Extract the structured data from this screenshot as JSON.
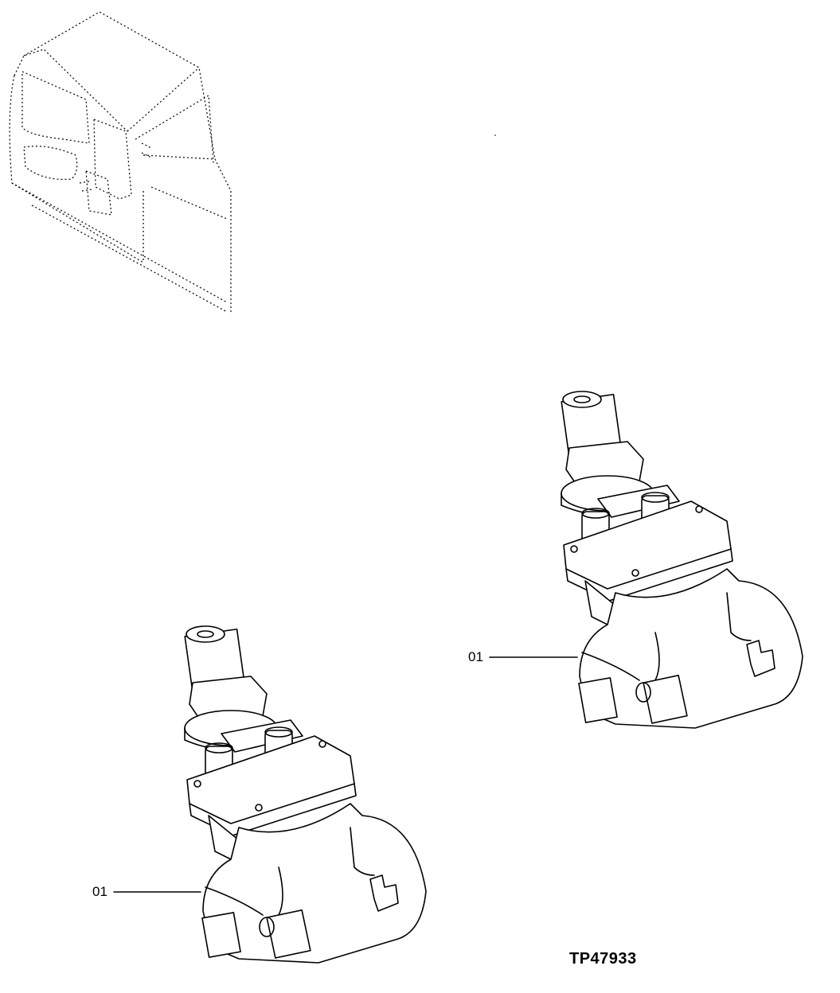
{
  "callouts": [
    {
      "id": "lower",
      "label": "01"
    },
    {
      "id": "upper",
      "label": "01"
    }
  ],
  "figure_code": "TP47933"
}
